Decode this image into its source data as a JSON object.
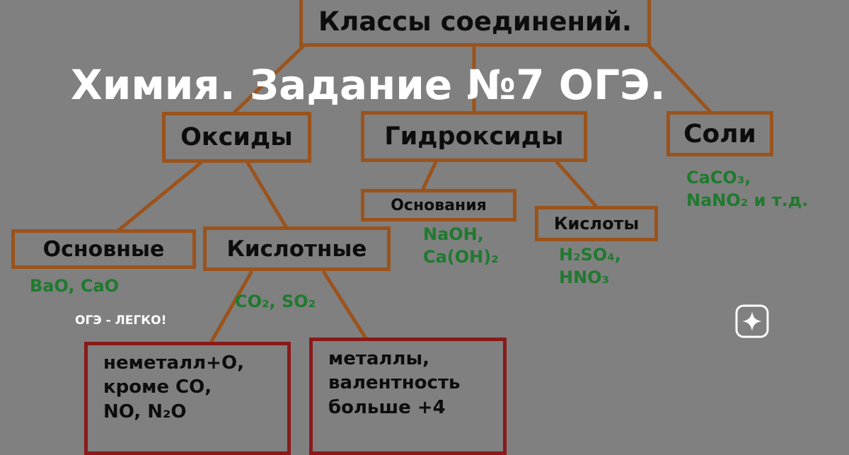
{
  "headline": "Химия. Задание №7 ОГЭ.",
  "brand": "ОГЭ - ЛЕГКО!",
  "badge_icon": "sparkle-icon",
  "colors": {
    "background": "#808080",
    "box_border": "#9b531c",
    "note_border": "#8a1a1a",
    "connector": "#9b531c",
    "example_text": "#1f7a2e",
    "headline": "#ffffff"
  },
  "diagram": {
    "root": "Классы соединений.",
    "oxides": "Оксиды",
    "hydroxides": "Гидроксиды",
    "salts": "Соли",
    "basic": "Основные",
    "acidic": "Кислотные",
    "bases": "Основания",
    "acids": "Кислоты",
    "basic_examples": "BaO, CaO",
    "acidic_examples": "CO₂, SO₂",
    "bases_examples": "NaOH,\nCa(OH)₂",
    "acids_examples": "H₂SO₄,\nHNO₃",
    "salts_examples": "CaCO₃,\nNaNO₂ и т.д.",
    "nonmetal_note": "неметалл+О,\nкроме СО,\nNO, N₂O",
    "metal_note": "металлы,\nвалентность\nбольше +4"
  }
}
